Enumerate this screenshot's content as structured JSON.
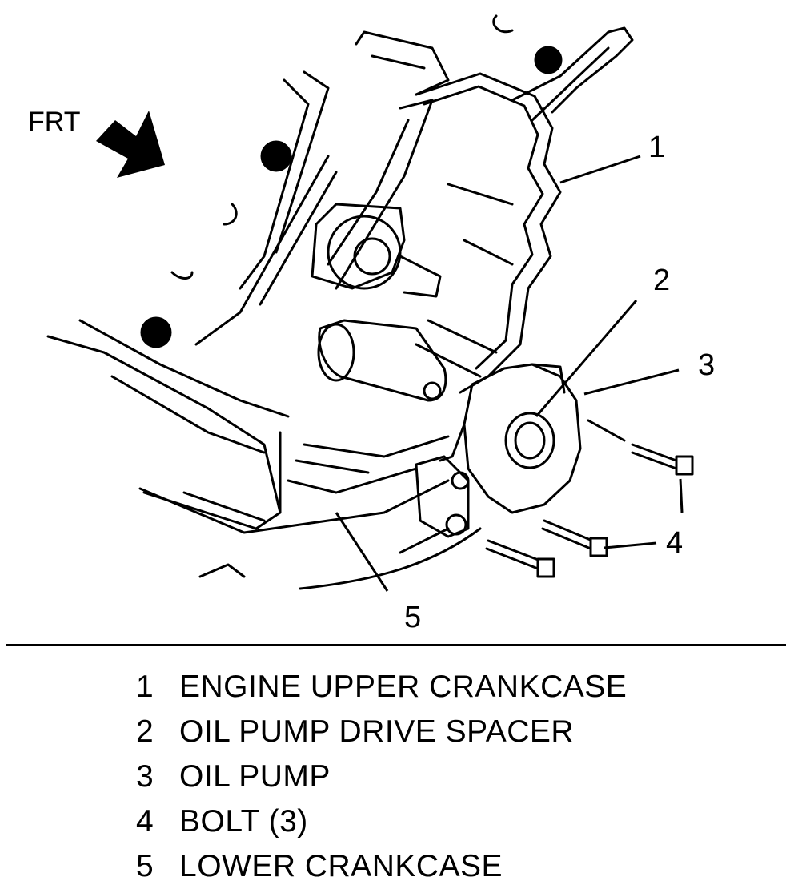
{
  "direction_label": "FRT",
  "callouts": [
    "1",
    "2",
    "3",
    "4",
    "5"
  ],
  "legend": [
    {
      "number": "1",
      "label": "ENGINE UPPER CRANKCASE"
    },
    {
      "number": "2",
      "label": "OIL PUMP DRIVE SPACER"
    },
    {
      "number": "3",
      "label": "OIL PUMP"
    },
    {
      "number": "4",
      "label": "BOLT (3)"
    },
    {
      "number": "5",
      "label": "LOWER CRANKCASE"
    }
  ]
}
